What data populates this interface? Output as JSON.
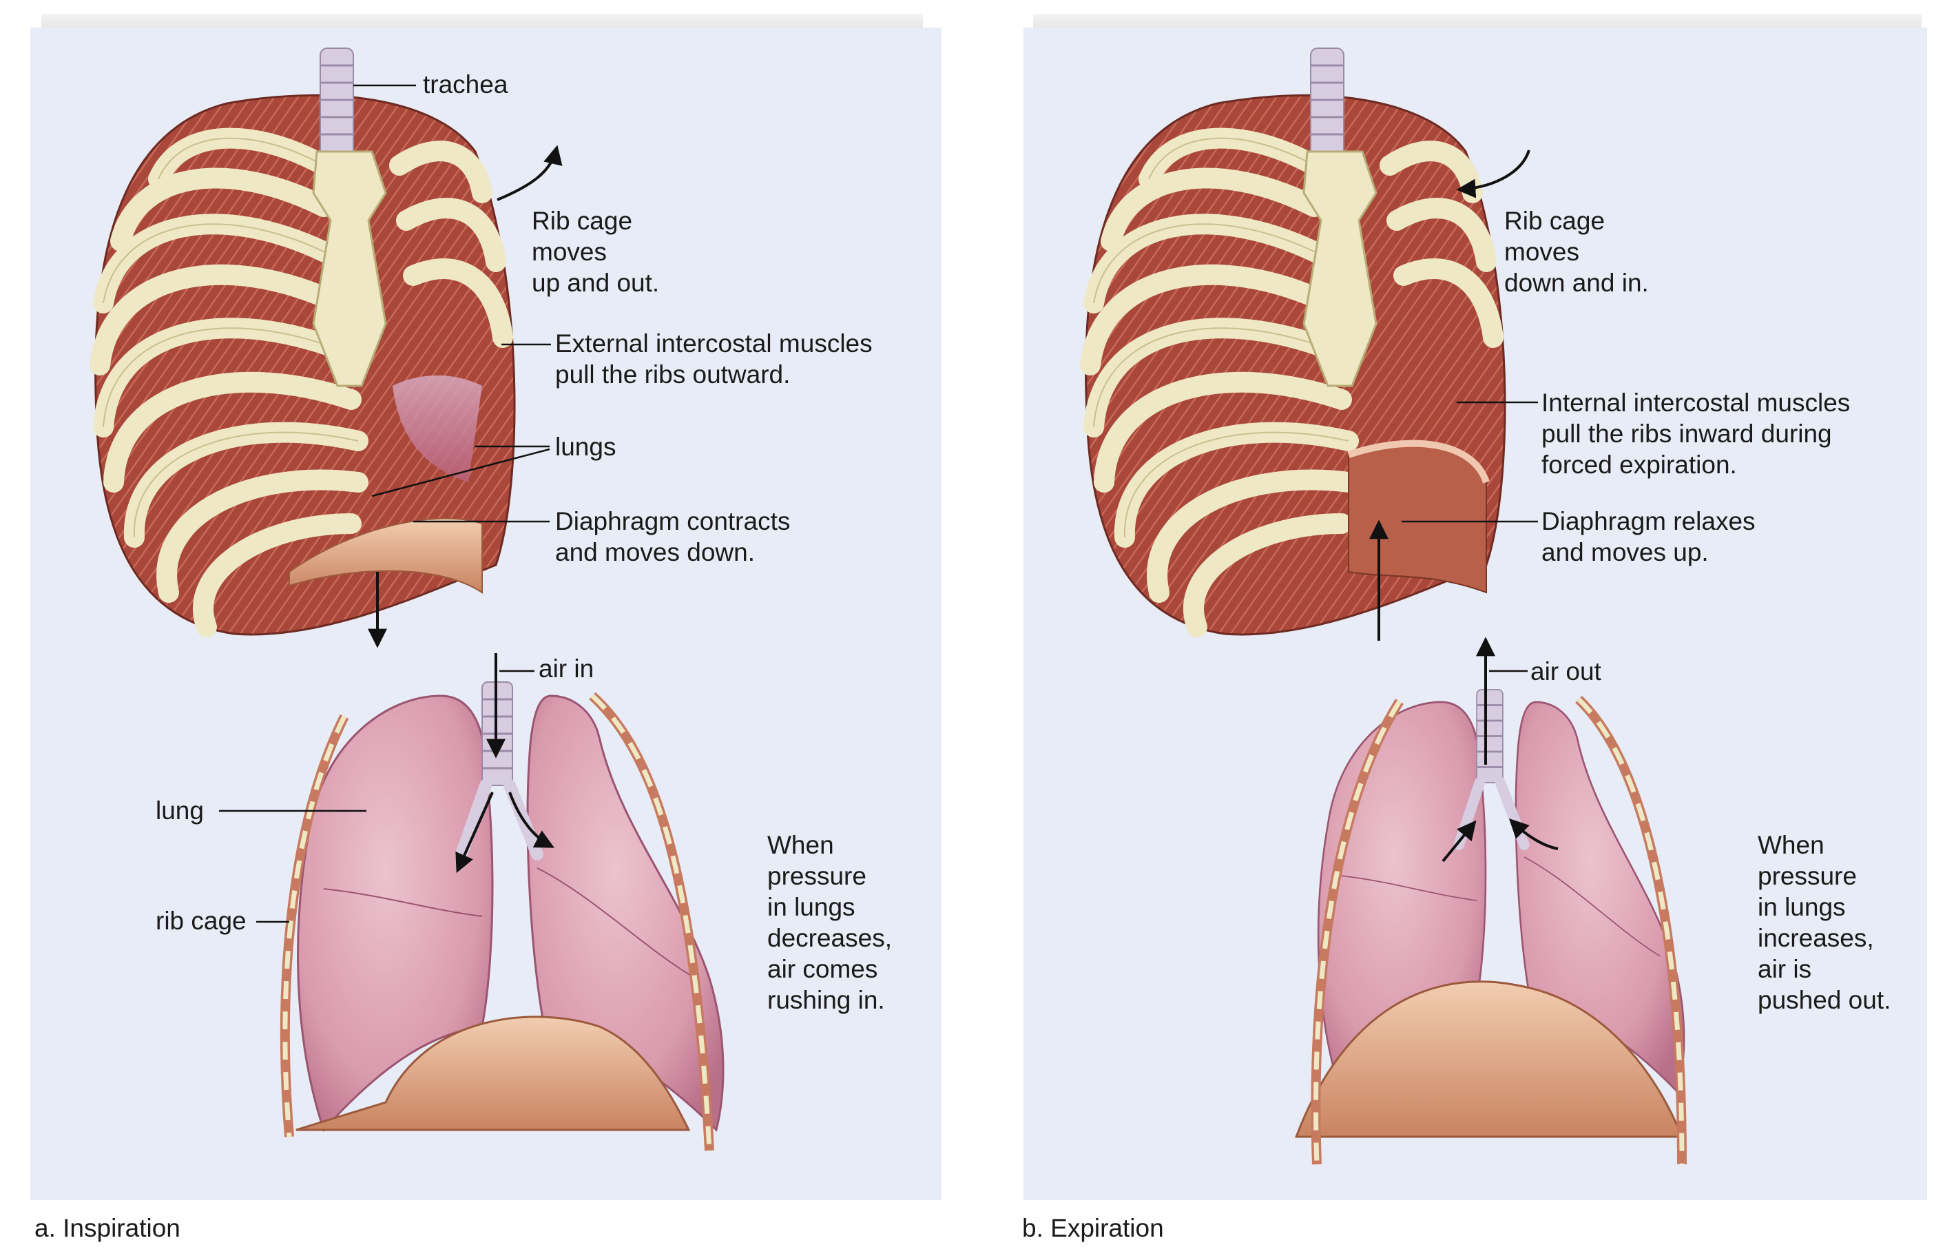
{
  "panel_a": {
    "caption": "a. Inspiration",
    "labels": {
      "trachea": "trachea",
      "rib_cage_movement": "Rib cage\nmoves\nup and out.",
      "external_muscles": "External intercostal muscles\npull the ribs outward.",
      "lungs": "lungs",
      "diaphragm": "Diaphragm contracts\nand moves down.",
      "air": "air in",
      "lung": "lung",
      "rib_cage": "rib cage",
      "pressure_note": "When\npressure\nin lungs\ndecreases,\nair comes\nrushing in."
    }
  },
  "panel_b": {
    "caption": "b. Expiration",
    "labels": {
      "rib_cage_movement": "Rib cage\nmoves\ndown and in.",
      "internal_muscles": "Internal intercostal muscles\npull the ribs inward during\nforced expiration.",
      "diaphragm": "Diaphragm relaxes\nand moves up.",
      "air": "air out",
      "pressure_note": "When\npressure\nin lungs\nincreases,\nair is\npushed out."
    }
  },
  "colors": {
    "panel_bg": "#e8ecf6",
    "rib_bone": "#efe8c4",
    "muscle": "#a8473a",
    "lung_tissue": "#d99aad",
    "diaphragm": "#d9a07a",
    "leader_line": "#1a1a1a"
  }
}
